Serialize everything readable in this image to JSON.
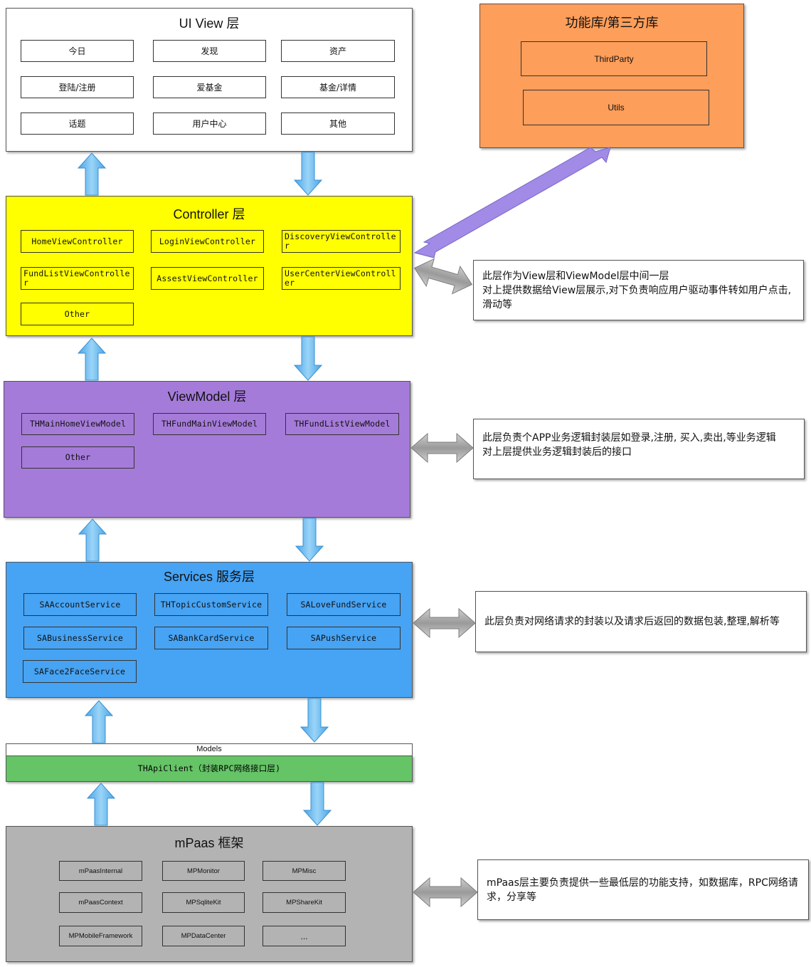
{
  "colors": {
    "view_layer": "#ffffff",
    "controller_layer": "#ffff00",
    "viewmodel_layer": "#a57bd9",
    "services_layer": "#47a3f3",
    "models_bar": "#ffffff",
    "apiclient_bar": "#65c466",
    "mpaas_layer": "#b3b3b3",
    "thirdparty_layer": "#fd9e5a",
    "flow_arrow": "#7cc3f0",
    "double_arrow": "#9e9e9e",
    "purple_arrow": "#9e86e8"
  },
  "ui_view": {
    "title": "UI View 层",
    "items": [
      "今日",
      "发现",
      "资产",
      "登陆/注册",
      "爱基金",
      "基金/详情",
      "话题",
      "用户中心",
      "其他"
    ]
  },
  "third_party": {
    "title": "功能库/第三方库",
    "items": [
      "ThirdParty",
      "Utils"
    ]
  },
  "controller": {
    "title": "Controller 层",
    "items": [
      "HomeViewController",
      "LoginViewController",
      "DiscoveryViewController",
      "FundListViewController",
      "AssestViewController",
      "UserCenterViewController",
      "Other"
    ],
    "note": "此层作为View层和ViewModel层中间一层\n对上提供数据给View层展示,对下负责响应用户驱动事件转如用户点击,滑动等"
  },
  "viewmodel": {
    "title": "ViewModel 层",
    "items": [
      "THMainHomeViewModel",
      "THFundMainViewModel",
      "THFundListViewModel",
      "Other"
    ],
    "note": "此层负责个APP业务逻辑封装层如登录,注册, 买入,卖出,等业务逻辑\n对上层提供业务逻辑封装后的接口"
  },
  "services": {
    "title": "Services 服务层",
    "items": [
      "SAAccountService",
      "THTopicCustomService",
      "SALoveFundService",
      "SABusinessService",
      "SABankCardService",
      "SAPushService",
      "SAFace2FaceService"
    ],
    "note": "此层负责对网络请求的封装以及请求后返回的数据包装,整理,解析等"
  },
  "models": {
    "label": "Models",
    "apiclient": "THApiClient（封装RPC网络接口层)"
  },
  "mpaas": {
    "title": "mPaas 框架",
    "items": [
      "mPaasInternal",
      "MPMonitor",
      "MPMisc",
      "mPaasContext",
      "MPSqliteKit",
      "MPShareKit",
      "MPMobileFramework",
      "MPDataCenter",
      "..."
    ],
    "note": "mPaas层主要负责提供一些最低层的功能支持，如数据库，RPC网络请求，分享等"
  }
}
